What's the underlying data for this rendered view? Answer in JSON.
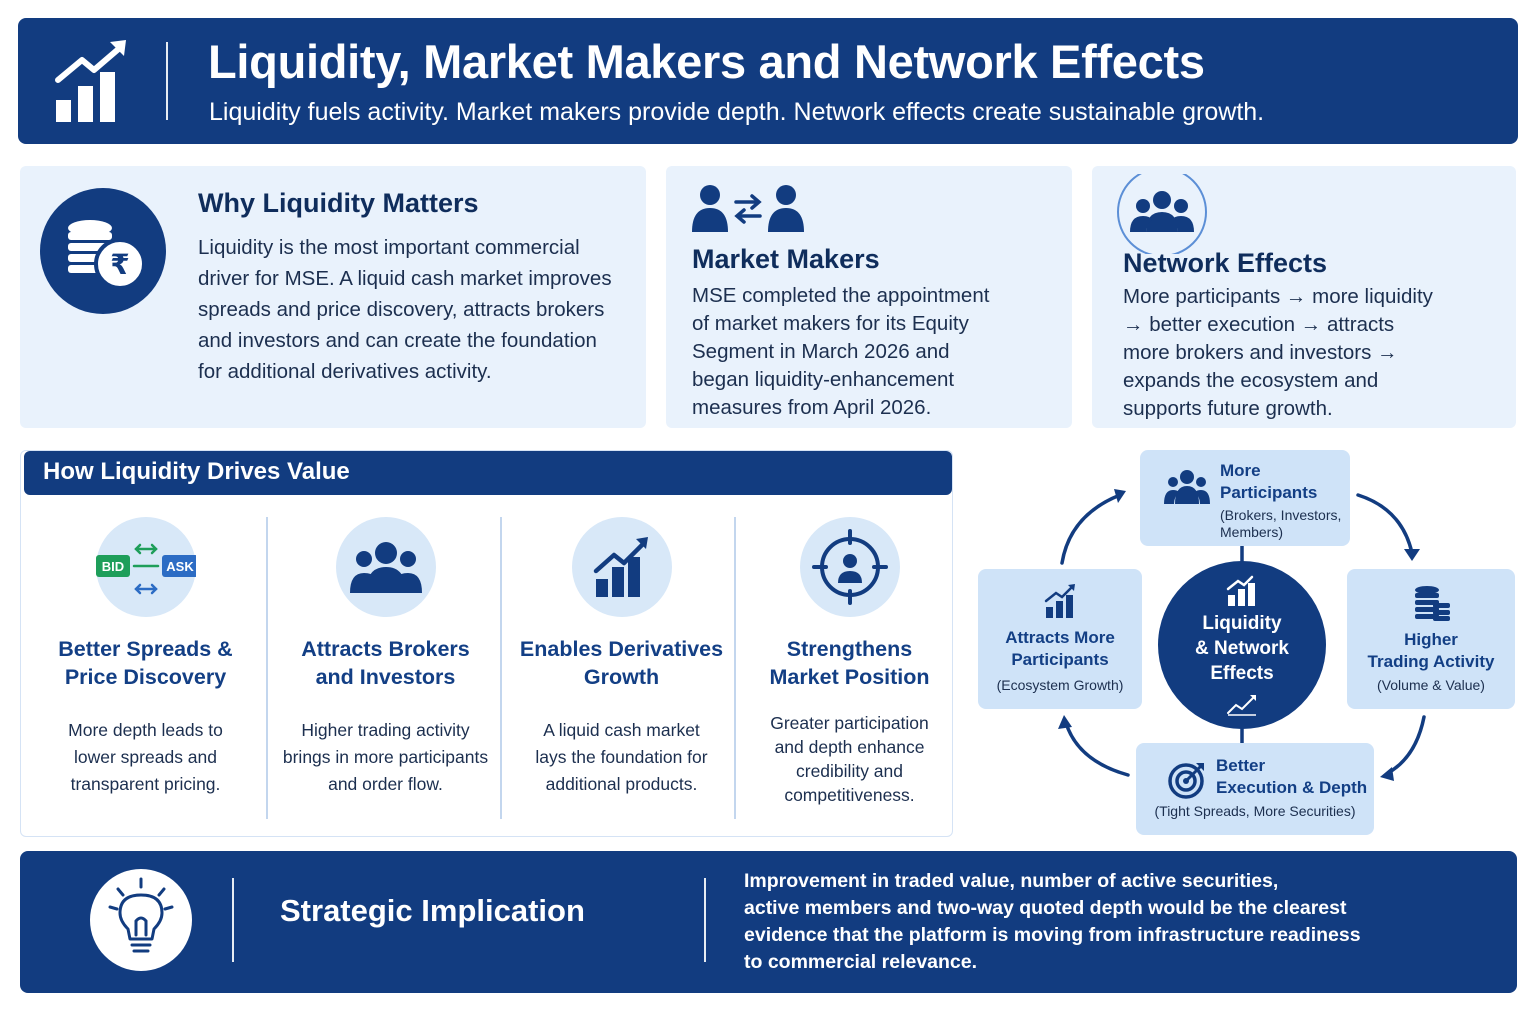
{
  "colors": {
    "navy": "#123c80",
    "light_panel": "#e9f2fc",
    "node_fill": "#cfe3f8",
    "accent_green": "#1e9e5a",
    "accent_blue": "#2c6cc4"
  },
  "header": {
    "title": "Liquidity, Market Makers and Network Effects",
    "subtitle": "Liquidity fuels activity. Market makers provide depth. Network effects create sustainable growth.",
    "icon": "growth-chart-icon"
  },
  "why": {
    "title": "Why Liquidity Matters",
    "lines": [
      "Liquidity is the most important commercial",
      "driver for MSE. A liquid cash market improves",
      "spreads and price discovery, attracts brokers",
      "and investors and can create the foundation",
      "for additional derivatives activity."
    ],
    "icon": "rupee-coins-icon",
    "currency_symbol": "₹"
  },
  "market_makers": {
    "title": "Market Makers",
    "lines": [
      "MSE completed the appointment",
      "of market makers for its Equity",
      "Segment in March 2026 and",
      "began liquidity-enhancement",
      "measures from April 2026."
    ],
    "icon": "people-exchange-icon"
  },
  "network_effects": {
    "title": "Network Effects",
    "lines": [
      "More participants → more liquidity",
      "→ better execution → attracts",
      "more brokers and investors →",
      "expands the ecosystem and",
      "supports future growth."
    ],
    "icon": "group-icon"
  },
  "drives": {
    "heading": "How Liquidity Drives Value",
    "bid_label": "BID",
    "ask_label": "ASK",
    "items": [
      {
        "title1": "Better Spreads &",
        "title2": "Price Discovery",
        "desc": [
          "More depth leads to",
          "lower spreads and",
          "transparent pricing."
        ],
        "icon": "bid-ask-icon"
      },
      {
        "title1": "Attracts Brokers",
        "title2": "and Investors",
        "desc": [
          "Higher trading activity",
          "brings in more participants",
          "and order flow."
        ],
        "icon": "group-icon"
      },
      {
        "title1": "Enables Derivatives",
        "title2": "Growth",
        "desc": [
          "A liquid cash market",
          "lays the foundation for",
          "additional products."
        ],
        "icon": "growth-chart-icon"
      },
      {
        "title1": "Strengthens",
        "title2": "Market Position",
        "desc": [
          "Greater participation",
          "and depth enhance",
          "credibility and",
          "competitiveness."
        ],
        "icon": "target-person-icon"
      }
    ]
  },
  "cycle": {
    "center": [
      "Liquidity",
      "& Network",
      "Effects"
    ],
    "top": {
      "t1": "More",
      "t2": "Participants",
      "s1": "(Brokers, Investors,",
      "s2": "Members)"
    },
    "right": {
      "t1": "Higher",
      "t2": "Trading Activity",
      "s1": "(Volume & Value)"
    },
    "bottom": {
      "t1": "Better",
      "t2": "Execution & Depth",
      "s1": "(Tight Spreads, More Securities)"
    },
    "left": {
      "t1": "Attracts More",
      "t2": "Participants",
      "s1": "(Ecosystem Growth)"
    }
  },
  "strategy": {
    "title": "Strategic Implication",
    "lines": [
      "Improvement in traded value, number of active securities,",
      "active members and two-way quoted depth would be the clearest",
      "evidence that the platform is moving from infrastructure readiness",
      "to commercial relevance."
    ],
    "icon": "lightbulb-icon"
  }
}
